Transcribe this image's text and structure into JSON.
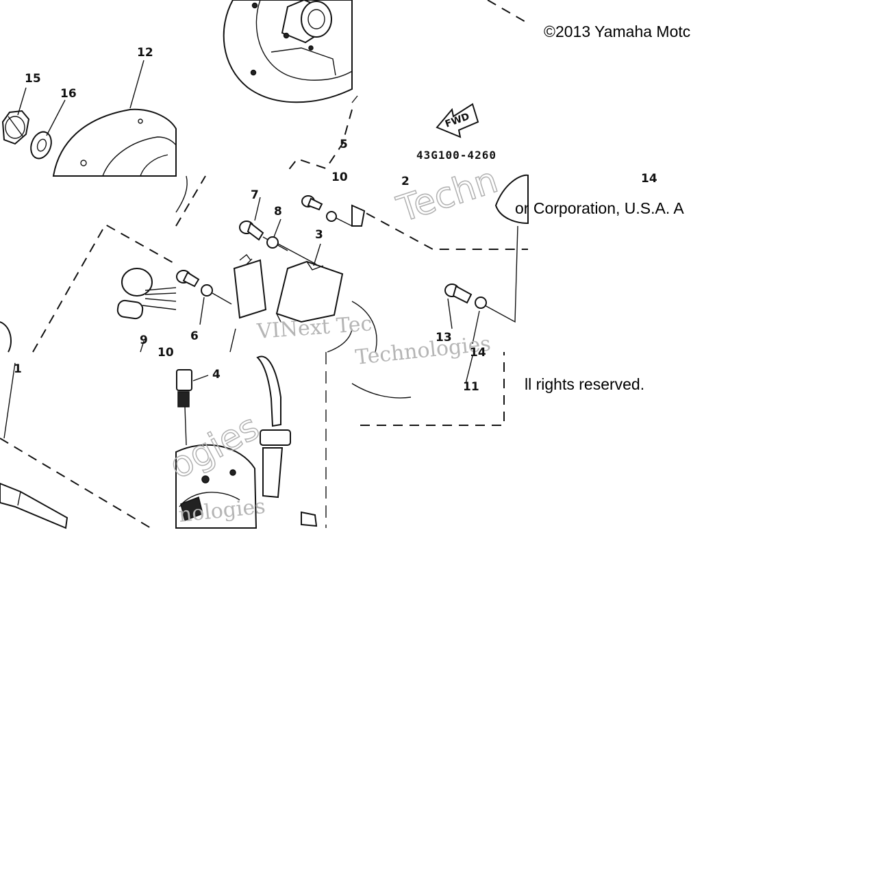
{
  "diagram": {
    "copyright_top": "©2013 Yamaha Motc",
    "copyright_mid": "or Corporation, U.S.A. A",
    "copyright_bottom": "ll rights reserved.",
    "part_code": "43G100-4260",
    "fwd_label": "FWD",
    "watermarks": [
      {
        "text": "Techn"
      },
      {
        "text": "VINext Tec"
      },
      {
        "text": "Technologies"
      },
      {
        "text": "nologies"
      },
      {
        "text": "ogies"
      }
    ],
    "callouts": [
      {
        "label": "1"
      },
      {
        "label": "2"
      },
      {
        "label": "3"
      },
      {
        "label": "4"
      },
      {
        "label": "5"
      },
      {
        "label": "6"
      },
      {
        "label": "7"
      },
      {
        "label": "8"
      },
      {
        "label": "9"
      },
      {
        "label": "10"
      },
      {
        "label": "10"
      },
      {
        "label": "11"
      },
      {
        "label": "12"
      },
      {
        "label": "13"
      },
      {
        "label": "14"
      },
      {
        "label": "14"
      },
      {
        "label": "15"
      },
      {
        "label": "16"
      }
    ]
  }
}
